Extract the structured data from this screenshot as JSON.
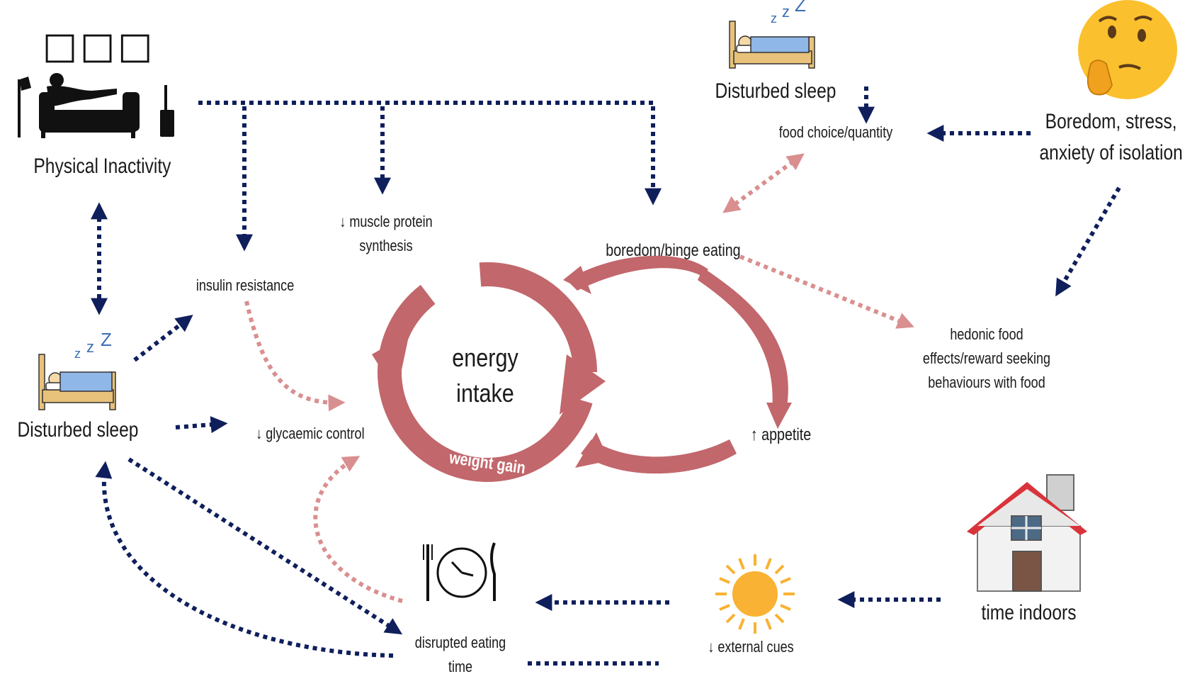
{
  "title_glyphs": "□□□",
  "labels": {
    "physical_inactivity": "Physical Inactivity",
    "disturbed_sleep_top": "Disturbed sleep",
    "disturbed_sleep_left": "Disturbed sleep",
    "food_choice": "food choice/quantity",
    "boredom_stress": "Boredom, stress,\nanxiety of isolation",
    "muscle_protein": "↓ muscle protein\nsynthesis",
    "insulin_resistance": "insulin resistance",
    "boredom_binge": "boredom/binge eating",
    "hedonic_food": "hedonic food\neffects/reward seeking\nbehaviours with food",
    "glycaemic_control": "↓ glycaemic control",
    "appetite": "↑ appetite",
    "energy_intake": "energy\nintake",
    "weight_gain": "weight gain",
    "disrupted_eating": "disrupted eating\ntime",
    "external_cues": "↓ external cues",
    "time_indoors": "time indoors"
  },
  "colors": {
    "navy_arrow": "#0f1f5c",
    "pink_arrow": "#d98f8f",
    "cycle": "#c2676c",
    "sun": "#f9b233",
    "house_roof": "#d9333b",
    "bed_blanket": "#8fb7e8",
    "bed_frame": "#e8c27a",
    "emoji": "#fbc02d"
  },
  "icons": [
    "couch-person-icon",
    "bed-sleep-icon",
    "thinking-face-icon",
    "clock-cutlery-icon",
    "sun-icon",
    "house-icon"
  ]
}
